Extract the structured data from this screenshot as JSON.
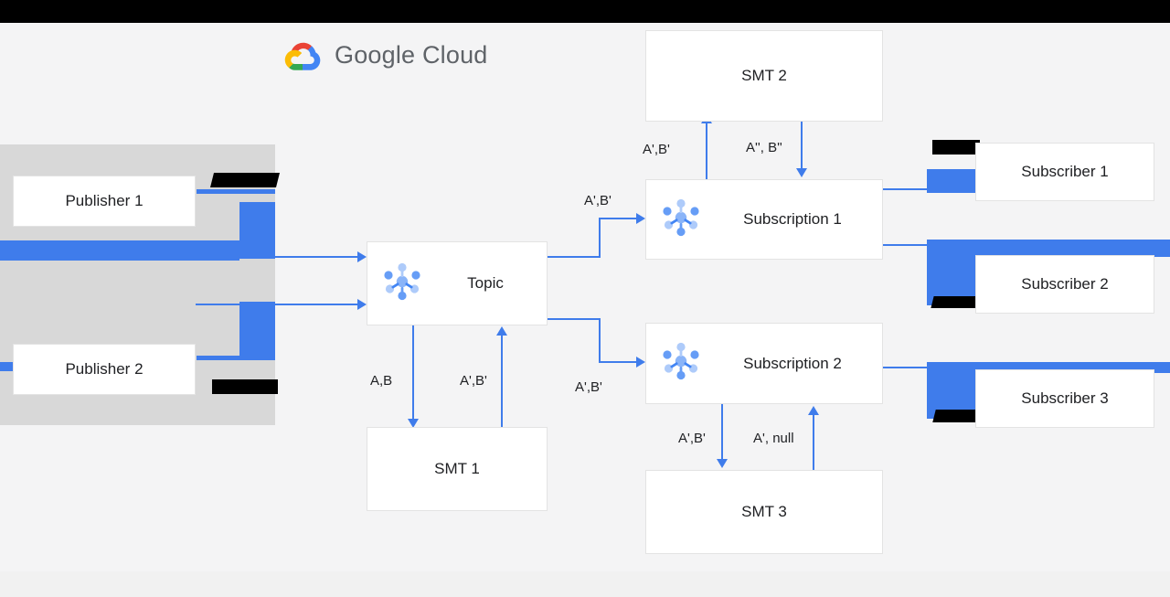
{
  "page": {
    "title": "Google Cloud Pub/Sub single message transforms architecture diagram",
    "background_color": "#f4f4f5",
    "panel_color": "#d8d8d8",
    "accent_color": "#3f7ceb",
    "redaction_color": "#000000"
  },
  "brand": {
    "logo_icon": "google-cloud-logo-icon",
    "word_google": "Google",
    "word_cloud": "Cloud"
  },
  "nodes": {
    "publisher1": {
      "label": "Publisher 1",
      "icon": null
    },
    "publisher2": {
      "label": "Publisher 2",
      "icon": null
    },
    "topic": {
      "label": "Topic",
      "icon": "pubsub-icon"
    },
    "smt1": {
      "label": "SMT 1",
      "icon": null
    },
    "smt2": {
      "label": "SMT 2",
      "icon": null
    },
    "smt3": {
      "label": "SMT 3",
      "icon": null
    },
    "subscription1": {
      "label": "Subscription 1",
      "icon": "pubsub-icon"
    },
    "subscription2": {
      "label": "Subscription 2",
      "icon": "pubsub-icon"
    },
    "subscriber1": {
      "label": "Subscriber 1",
      "icon": null
    },
    "subscriber2": {
      "label": "Subscriber 2",
      "icon": null
    },
    "subscriber3": {
      "label": "Subscriber 3",
      "icon": null
    }
  },
  "edge_labels": {
    "topic_to_smt1": "A,B",
    "smt1_to_topic": "A',B'",
    "topic_to_subscription1": "A',B'",
    "topic_to_subscription2": "A',B'",
    "subscription1_to_smt2": "A',B'",
    "smt2_to_subscription1": "A'', B''",
    "subscription2_to_smt3": "A',B'",
    "smt3_to_subscription2": "A', null"
  }
}
